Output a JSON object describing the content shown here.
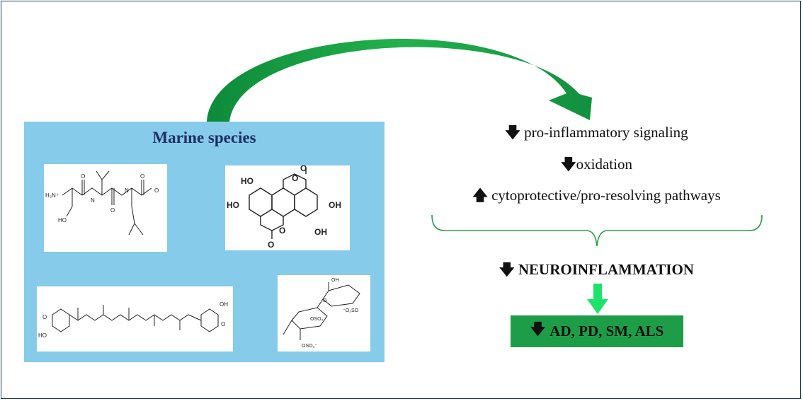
{
  "marine": {
    "title": "Marine species"
  },
  "effects": [
    {
      "arrow": "🡇",
      "text": "pro-inflammatory signaling"
    },
    {
      "arrow": "🡇",
      "text": "oxidation"
    },
    {
      "arrow": "🡅",
      "text": "cytoprotective/pro-resolving pathways"
    }
  ],
  "result": {
    "arrow": "🡇",
    "text": "NEUROINFLAMMATION"
  },
  "outcome": {
    "arrow": "🡇",
    "text": "AD, PD, SM, ALS"
  },
  "molecules": {
    "peptide": {
      "amine": "H₃N⁺",
      "oh": "HO",
      "nh1": "N",
      "nh2": "N",
      "o1": "O",
      "o2": "O",
      "o3": "O",
      "o4": "O"
    },
    "ellagic": {
      "oh1": "HO",
      "oh2": "HO",
      "oh3": "OH",
      "oh4": "OH",
      "o1": "O",
      "o2": "O",
      "o3": "O",
      "o4": "O"
    },
    "carotenoid": {
      "ho_left": "HO",
      "oh_right": "OH",
      "o_left": "O",
      "o_right": "O"
    },
    "sulfated": {
      "oh": "OH",
      "oso3a": "OSO₃⁻",
      "oso3b": "OSO₃⁻",
      "oso3c": "⁻O₃SO",
      "o": "O"
    }
  },
  "colors": {
    "panel": "#87cbea",
    "title": "#1d2f63",
    "arc": "#1a9a45",
    "outcome": "#1e9d48",
    "arrow_light": "#1ee36b"
  }
}
